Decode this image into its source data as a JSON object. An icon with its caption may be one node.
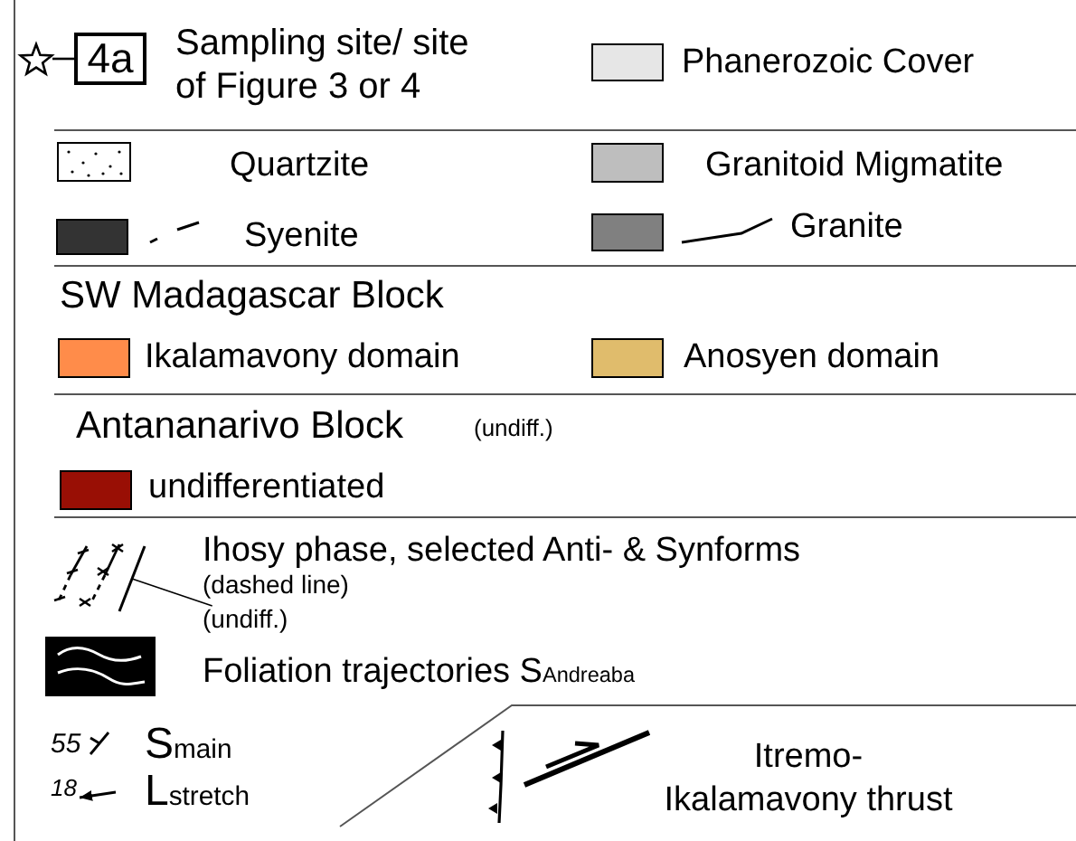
{
  "diagram": {
    "nodes": [
      {
        "text": [],
        "shape": "star"
      },
      {
        "text": [
          "4a"
        ]
      },
      {
        "text": [
          "(undiff.)"
        ]
      },
      {
        "text": [],
        "shape": "line"
      }
    ],
    "edges": [
      {
        "from": 0,
        "to": 1,
        "arrow": "none"
      },
      {
        "from": 2,
        "to": 3,
        "arrow": "none"
      }
    ],
    "labels": [
      "SW Madagascar Block",
      "Antananarivo Block",
      "(undiff.)",
      "(dashed line)",
      "55",
      "18"
    ],
    "legend": [
      {
        "text": "Sampling site/ site of Figure 3 or 4"
      },
      {
        "text": "Phanerozoic Cover",
        "color": "#e6e6e6"
      },
      {
        "text": "Quartzite"
      },
      {
        "text": "Granitoid Migmatite",
        "color": "#bebebe"
      },
      {
        "text": "Syenite",
        "color": "#333333"
      },
      {
        "text": "Granite",
        "color": "#808080"
      },
      {
        "text": "Ikalamavony domain",
        "color": "#ff8c4a"
      },
      {
        "text": "Anosyen domain",
        "color": "#e0bc6c"
      },
      {
        "text": "undifferentiated",
        "color": "#990f05"
      },
      {
        "text": "Ihosy phase, selected Anti- & Synforms"
      },
      {
        "text": "Foliation trajectories S$_{Andreaba}$"
      },
      {
        "text": "S$_{main}$"
      },
      {
        "text": "L$_{stretch}$"
      },
      {
        "text": "Itremo- Ikalamavony thrust"
      }
    ]
  }
}
